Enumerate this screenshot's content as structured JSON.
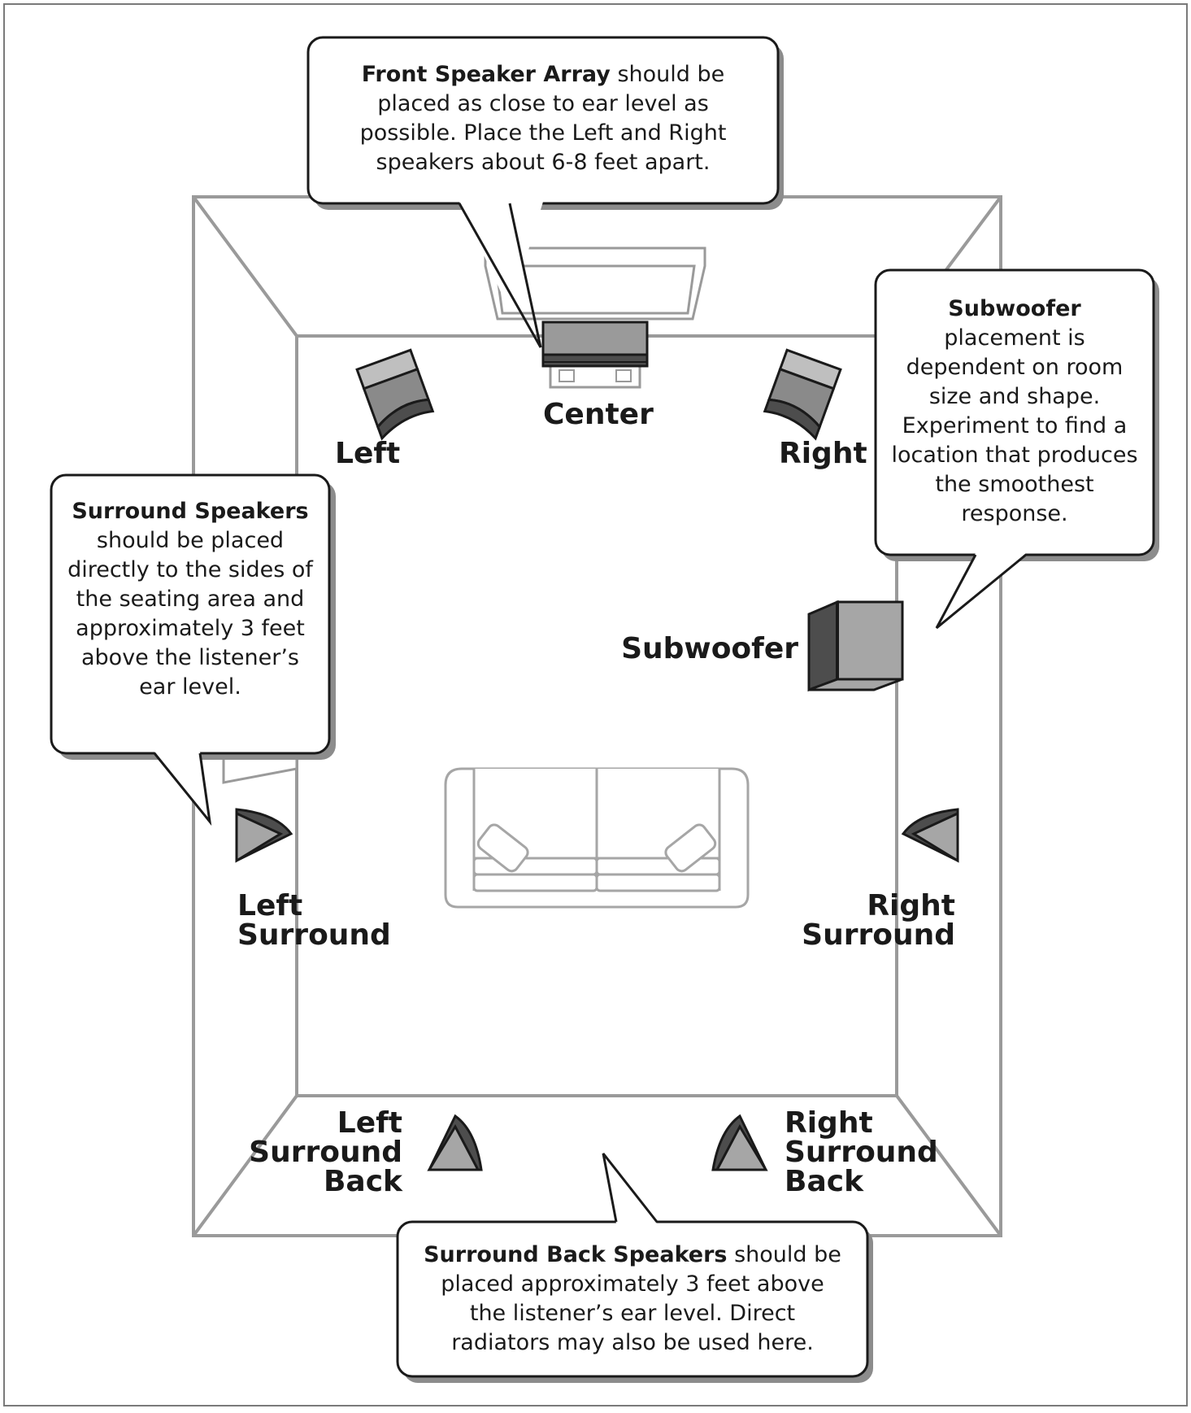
{
  "speakers": {
    "left": "Left",
    "center": "Center",
    "right": "Right",
    "subwoofer": "Subwoofer",
    "left_surround": [
      "Left",
      "Surround"
    ],
    "right_surround": [
      "Right",
      "Surround"
    ],
    "left_surround_back": [
      "Left",
      "Surround",
      "Back"
    ],
    "right_surround_back": [
      "Right",
      "Surround",
      "Back"
    ]
  },
  "callouts": {
    "front": {
      "bold": "Front Speaker Array",
      "text": " should be placed as close to ear level as possible. Place the Left and Right speakers about 6-8 feet apart."
    },
    "subwoofer": {
      "bold": "Subwoofer",
      "text": " placement is dependent on room size and shape. Experiment to find a location that produces the smoothest response."
    },
    "surround": {
      "bold": "Surround Speakers",
      "text": " should be placed directly to the sides of the seating area and approximately 3 feet above the listener’s ear level."
    },
    "surround_back": {
      "bold": "Surround Back Speakers",
      "text": " should be placed approximately 3 feet above the listener’s ear level. Direct radiators may also be used here."
    }
  },
  "colors": {
    "room_line": "#9a9a9a",
    "speaker_dark": "#4d4d4d",
    "speaker_mid": "#8a8a8a",
    "speaker_light": "#b3b3b3",
    "outline": "#1a1a1a",
    "shadow": "#8c8c8c"
  }
}
